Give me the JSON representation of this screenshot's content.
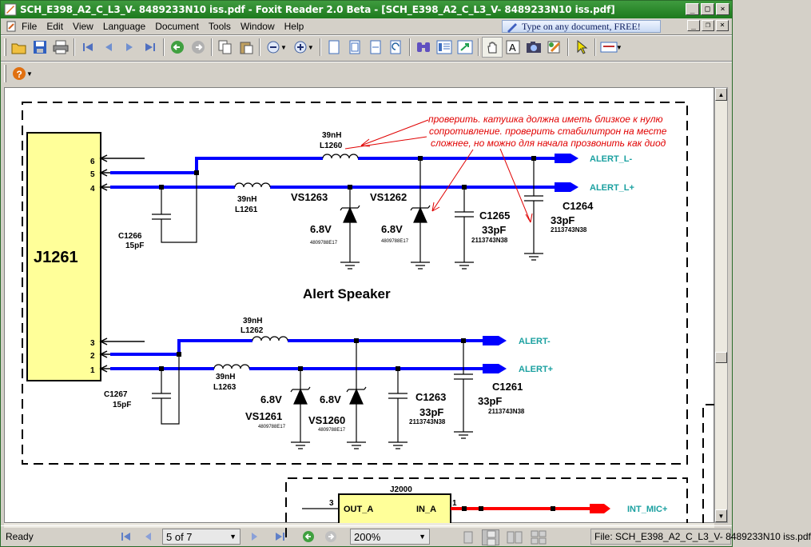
{
  "window": {
    "title": "SCH_E398_A2_C_L3_V- 8489233N10 iss.pdf - Foxit Reader 2.0 Beta - [SCH_E398_A2_C_L3_V- 8489233N10 iss.pdf]",
    "caption_buttons": [
      "_",
      "□",
      "×"
    ]
  },
  "menu": [
    "File",
    "Edit",
    "View",
    "Language",
    "Document",
    "Tools",
    "Window",
    "Help"
  ],
  "ad_banner": "Type on any document, FREE!",
  "toolbar_icons": [
    "open-icon",
    "save-icon",
    "print-icon",
    "first-page-icon",
    "prev-page-icon",
    "next-page-icon",
    "last-page-icon",
    "back-icon",
    "forward-icon",
    "copy-icon",
    "paste-icon",
    "zoom-out-icon",
    "zoom-in-icon",
    "page-icon",
    "fit-page-icon",
    "fit-width-icon",
    "rotate-icon",
    "binoculars-icon",
    "bookmarks-icon",
    "export-icon",
    "hand-icon",
    "text-select-icon",
    "snapshot-icon",
    "annotate-icon",
    "pointer-icon",
    "typewriter-icon"
  ],
  "schematic": {
    "annotation_lines": [
      "проверить. катушка должна иметь близкое к нулю",
      "сопротивление. проверить стабилитрон на месте",
      "сложнее, но можно для начала прозвонить как диод"
    ],
    "connector": "J1261",
    "connector_upper_pins": [
      "6",
      "5",
      "4"
    ],
    "connector_lower_pins": [
      "3",
      "2",
      "1"
    ],
    "section_title": "Alert Speaker",
    "upper": {
      "inductor_top": {
        "value": "39nH",
        "ref": "L1260"
      },
      "inductor_mid": {
        "value": "39nH",
        "ref": "L1261"
      },
      "cap_left": {
        "ref": "C1266",
        "value": "15pF"
      },
      "diode_a": {
        "ref": "VS1263",
        "value": "6.8V",
        "part": "4809788E17"
      },
      "diode_b": {
        "ref": "VS1262",
        "value": "6.8V",
        "part": "4809788E17"
      },
      "cap_c1265": {
        "ref": "C1265",
        "value": "33pF",
        "part": "2113743N38"
      },
      "cap_c1264": {
        "ref": "C1264",
        "value": "33pF",
        "part": "2113743N38"
      },
      "net_top": "ALERT_L-",
      "net_bottom": "ALERT_L+"
    },
    "lower": {
      "inductor_top": {
        "value": "39nH",
        "ref": "L1262"
      },
      "inductor_mid": {
        "value": "39nH",
        "ref": "L1263"
      },
      "cap_left": {
        "ref": "C1267",
        "value": "15pF"
      },
      "diode_a": {
        "ref": "VS1261",
        "value": "6.8V",
        "part": "4809788E17"
      },
      "diode_b": {
        "ref": "VS1260",
        "value": "6.8V",
        "part": "4809788E17"
      },
      "cap_c1263": {
        "ref": "C1263",
        "value": "33pF",
        "part": "2113743N38"
      },
      "cap_c1261": {
        "ref": "C1261",
        "value": "33pF",
        "part": "2113743N38"
      },
      "net_top": "ALERT-",
      "net_bottom": "ALERT+"
    },
    "j2000": {
      "ref": "J2000",
      "out_label": "OUT_A",
      "in_label": "IN_A",
      "pin_left": "3",
      "pin_right": "1",
      "net": "INT_MIC+"
    }
  },
  "status": {
    "ready": "Ready",
    "page": "5 of 7",
    "zoom": "200%",
    "file": "File: SCH_E398_A2_C_L3_V- 8489233N10 iss.pdf"
  },
  "colors": {
    "title_bar": "#2e8b2e",
    "wire": "#0000ff",
    "annotation": "#e00000",
    "net_label": "#1aa0a0",
    "mic_wire": "#ff0000"
  }
}
